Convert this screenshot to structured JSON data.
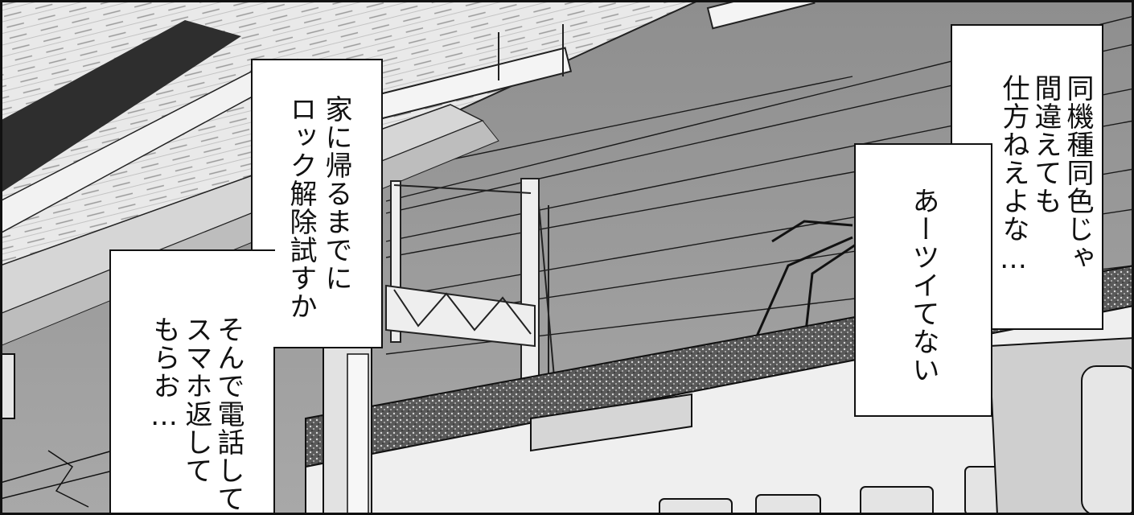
{
  "balloons": {
    "left": {
      "col1": "そんで電話して",
      "col2": "スマホ返して",
      "col3": "もらお…"
    },
    "center": {
      "col1": "家に帰るまでに",
      "col2": "ロック解除試すか"
    },
    "right_top": {
      "col1": "同機種同色じゃ",
      "col2": "間違えても",
      "col3": "仕方ねえよな…"
    },
    "right_bottom": {
      "col1": "あーツイてない"
    }
  }
}
